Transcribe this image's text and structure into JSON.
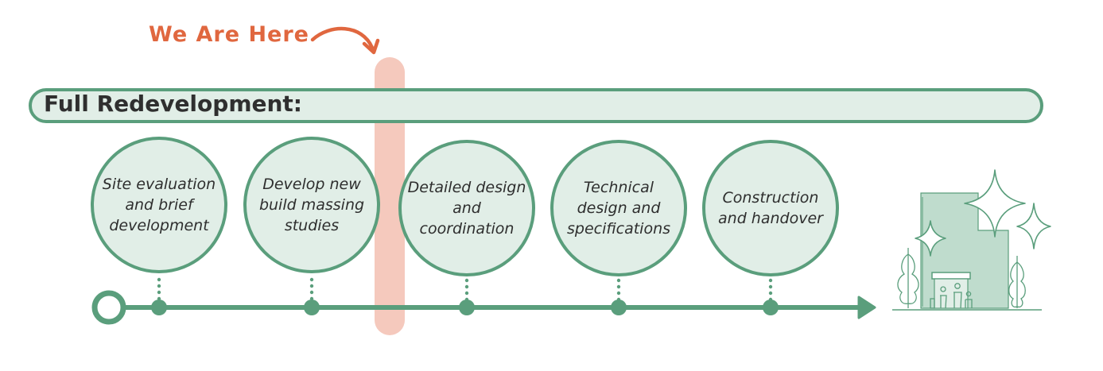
{
  "marker": {
    "label": "We Are Here"
  },
  "banner": {
    "title": "Full Redevelopment:"
  },
  "stages": [
    {
      "label": "Site evaluation and brief development"
    },
    {
      "label": "Develop new build massing studies"
    },
    {
      "label": "Detailed design and coordination"
    },
    {
      "label": "Technical design and specifications"
    },
    {
      "label": "Construction and handover"
    }
  ],
  "colors": {
    "accent_green": "#5a9e7c",
    "circle_fill": "#e1eee7",
    "marker_orange": "#e0673f",
    "marker_bar": "#f5c9bd",
    "text_dark": "#2f2f2f"
  }
}
